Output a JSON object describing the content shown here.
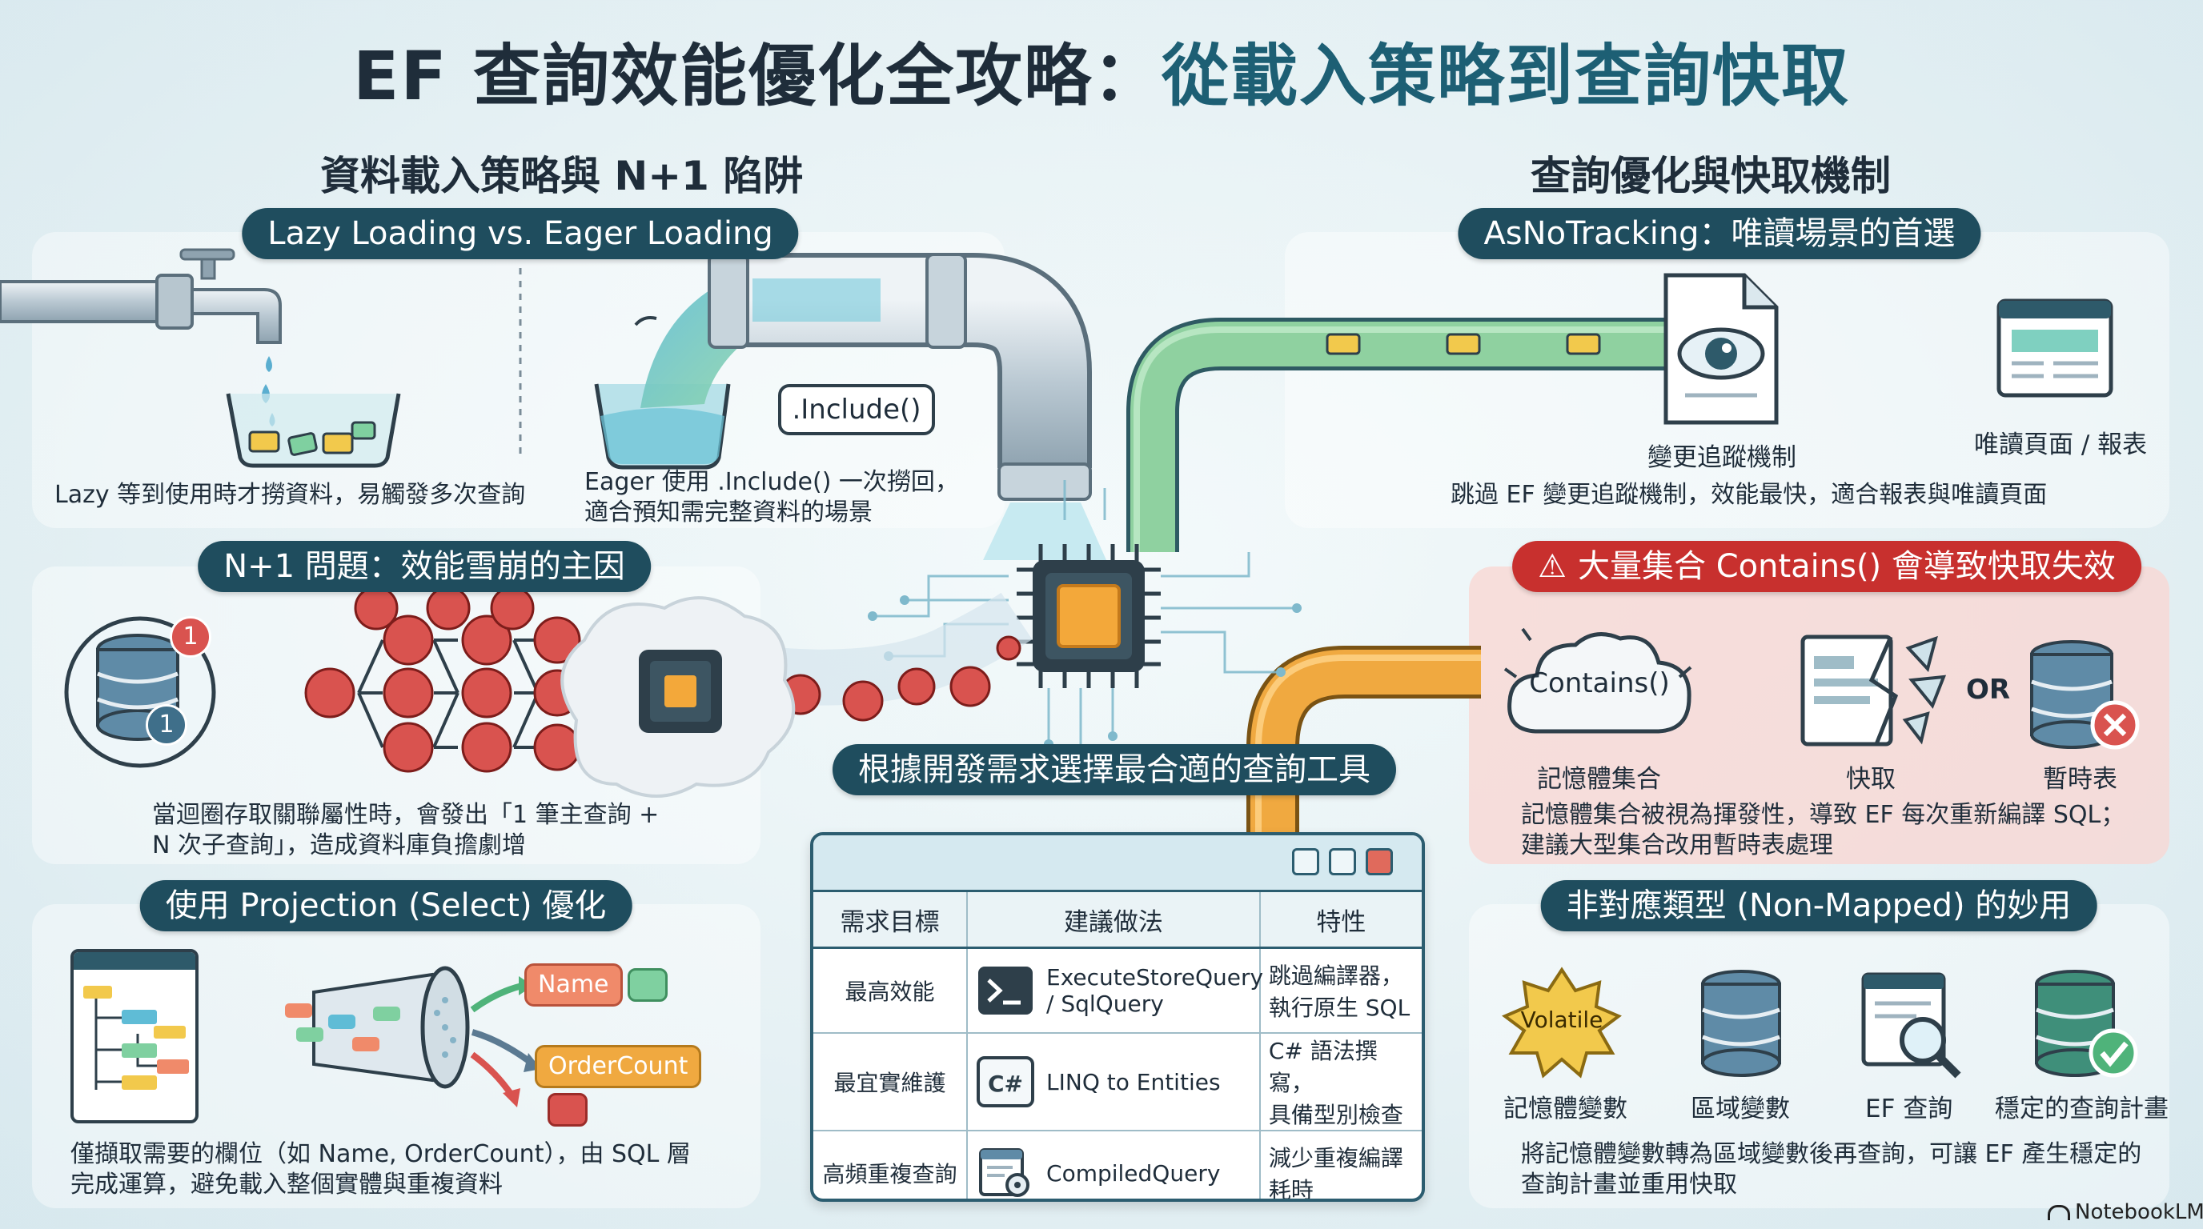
{
  "title": {
    "part1": "EF 查詢效能優化全攻略：",
    "part2": "從載入策略到查詢快取"
  },
  "left_section_title": "資料載入策略與 N+1 陷阱",
  "right_section_title": "查詢優化與快取機制",
  "lazy_eager": {
    "pill": "Lazy Loading vs. Eager Loading",
    "include_label": ".Include()",
    "lazy_caption": "Lazy 等到使用時才撈資料，易觸發多次查詢",
    "eager_caption_1": "Eager 使用 .Include() 一次撈回，",
    "eager_caption_2": "適合預知需完整資料的場景"
  },
  "n_plus_one": {
    "pill": "N+1 問題：效能雪崩的主因",
    "badge_top": "1",
    "badge_bottom": "1",
    "caption_1": "當迴圈存取關聯屬性時，會發出「1 筆主查詢 +",
    "caption_2": "N 次子查詢」，造成資料庫負擔劇增"
  },
  "projection": {
    "pill": "使用 Projection (Select) 優化",
    "field_name": "Name",
    "field_ordercount": "OrderCount",
    "caption_1": "僅擷取需要的欄位（如 Name, OrderCount），由 SQL 層",
    "caption_2": "完成運算，避免載入整個實體與重複資料"
  },
  "asnotracking": {
    "pill": "AsNoTracking：唯讀場景的首選",
    "label_tracking": "變更追蹤機制",
    "label_readonly": "唯讀頁面 / 報表",
    "caption": "跳過 EF 變更追蹤機制，效能最快，適合報表與唯讀頁面"
  },
  "contains": {
    "pill": "大量集合 Contains() 會導致快取失效",
    "cloud_text": "Contains()",
    "or_text": "OR",
    "label_memory": "記憶體集合",
    "label_cache": "快取",
    "label_temp": "暫時表",
    "caption_1": "記憶體集合被視為揮發性，導致 EF 每次重新編譯 SQL；",
    "caption_2": "建議大型集合改用暫時表處理"
  },
  "non_mapped": {
    "pill": "非對應類型 (Non-Mapped) 的妙用",
    "volatile_text": "Volatile",
    "label_memvar": "記憶體變數",
    "label_localvar": "區域變數",
    "label_efquery": "EF 查詢",
    "label_plan": "穩定的查詢計畫",
    "caption_1": "將記憶體變數轉為區域變數後再查詢，可讓 EF 產生穩定的",
    "caption_2": "查詢計畫並重用快取"
  },
  "center_pill": "根據開發需求選擇最合適的查詢工具",
  "table": {
    "headers": [
      "需求目標",
      "建議做法",
      "特性"
    ],
    "rows": [
      {
        "goal": "最高效能",
        "method_1": "ExecuteStoreQuery",
        "method_2": "/ SqlQuery",
        "feature_1": "跳過編譯器，",
        "feature_2": "執行原生 SQL",
        "icon": "terminal-icon"
      },
      {
        "goal": "最宜實維護",
        "method_1": "LINQ to Entities",
        "method_2": "",
        "feature_1": "C# 語法撰寫，",
        "feature_2": "具備型別檢查",
        "icon": "csharp-icon"
      },
      {
        "goal": "高頻重複查詢",
        "method_1": "CompiledQuery",
        "method_2": "",
        "feature_1": "減少重複編譯",
        "feature_2": "耗時",
        "icon": "compiled-doc-icon"
      }
    ]
  },
  "brand": "NotebookLM",
  "colors": {
    "dark_teal": "#1f4d5e",
    "red": "#c8302e",
    "accent_title": "#1d5f74",
    "green_pipe": "#8fd1a0",
    "orange_pipe": "#f0a940",
    "chip": "#f3a83a"
  }
}
